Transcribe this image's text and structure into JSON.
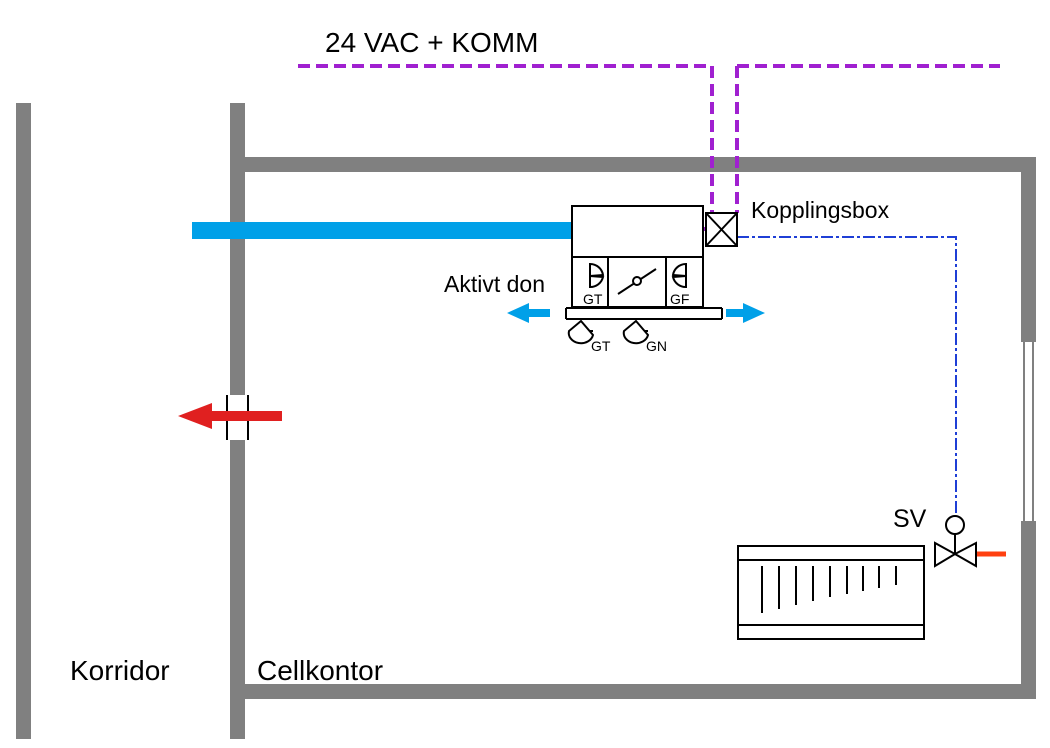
{
  "labels": {
    "supply": "24 VAC + KOMM",
    "junction_box": "Kopplingsbox",
    "active_unit": "Aktivt don",
    "valve": "SV",
    "corridor": "Korridor",
    "office": "Cellkontor",
    "gt_left": "GT",
    "gf_right": "GF",
    "gt_bottom": "GT",
    "gn_bottom": "GN"
  },
  "colors": {
    "wall": "#808080",
    "power_comm": "#a020d0",
    "signal": "#1f3fd6",
    "supply_air": "#00a0e8",
    "exhaust_air": "#e02020",
    "heating": "#ff4010"
  }
}
